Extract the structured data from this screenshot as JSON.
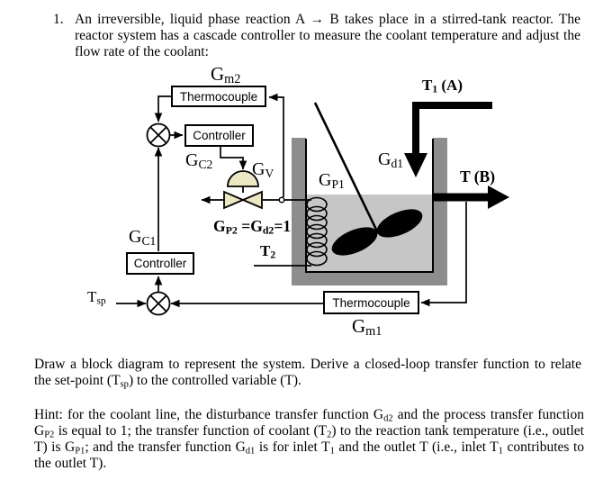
{
  "problem": {
    "number": "1.",
    "lines": [
      "An irreversible, liquid phase reaction A → B takes place in a stirred-tank reactor.  The",
      "reactor system has a cascade controller to measure the coolant temperature and adjust the",
      "flow rate of the coolant:"
    ]
  },
  "diagram": {
    "boxes": {
      "thermocouple_top": "Thermocouple",
      "controller_inner": "Controller",
      "controller_outer": "Controller",
      "thermocouple_bottom": "Thermocouple"
    },
    "labels": {
      "gm2": "G~m2~",
      "gc2": "G~C2~",
      "gv": "G~V~",
      "coolant_tf": "G~P2~ =G~d2~=1",
      "t2": "T~2~",
      "gc1": "G~C1~",
      "tsp": "T~sp~",
      "gm1": "G~m1~",
      "gp1": "G~P1~",
      "gd1": "G~d1~",
      "t1_inlet": "T~1~ (A)",
      "t_outlet": "T (B)"
    },
    "colors": {
      "valve": "#ebe7c2",
      "tank-wall": "#8d8d8d",
      "liquid": "#c6c6c6",
      "line": "#000000"
    }
  },
  "task": {
    "lines": [
      "Draw a block diagram to represent the system. Derive a closed-loop transfer function to relate",
      "the set-point (T~sp~) to the controlled variable (T)."
    ]
  },
  "hint": {
    "lines": [
      "Hint: for the coolant line, the disturbance transfer function G~d2~ and the process transfer function",
      "G~P2~ is equal to 1; the transfer function of coolant (T~2~) to the reaction tank temperature (i.e., outlet",
      "T) is G~P1~; and the transfer function G~d1~ is for inlet T~1~ and the outlet T (i.e., inlet T~1~ contributes to",
      "the outlet T)."
    ]
  }
}
